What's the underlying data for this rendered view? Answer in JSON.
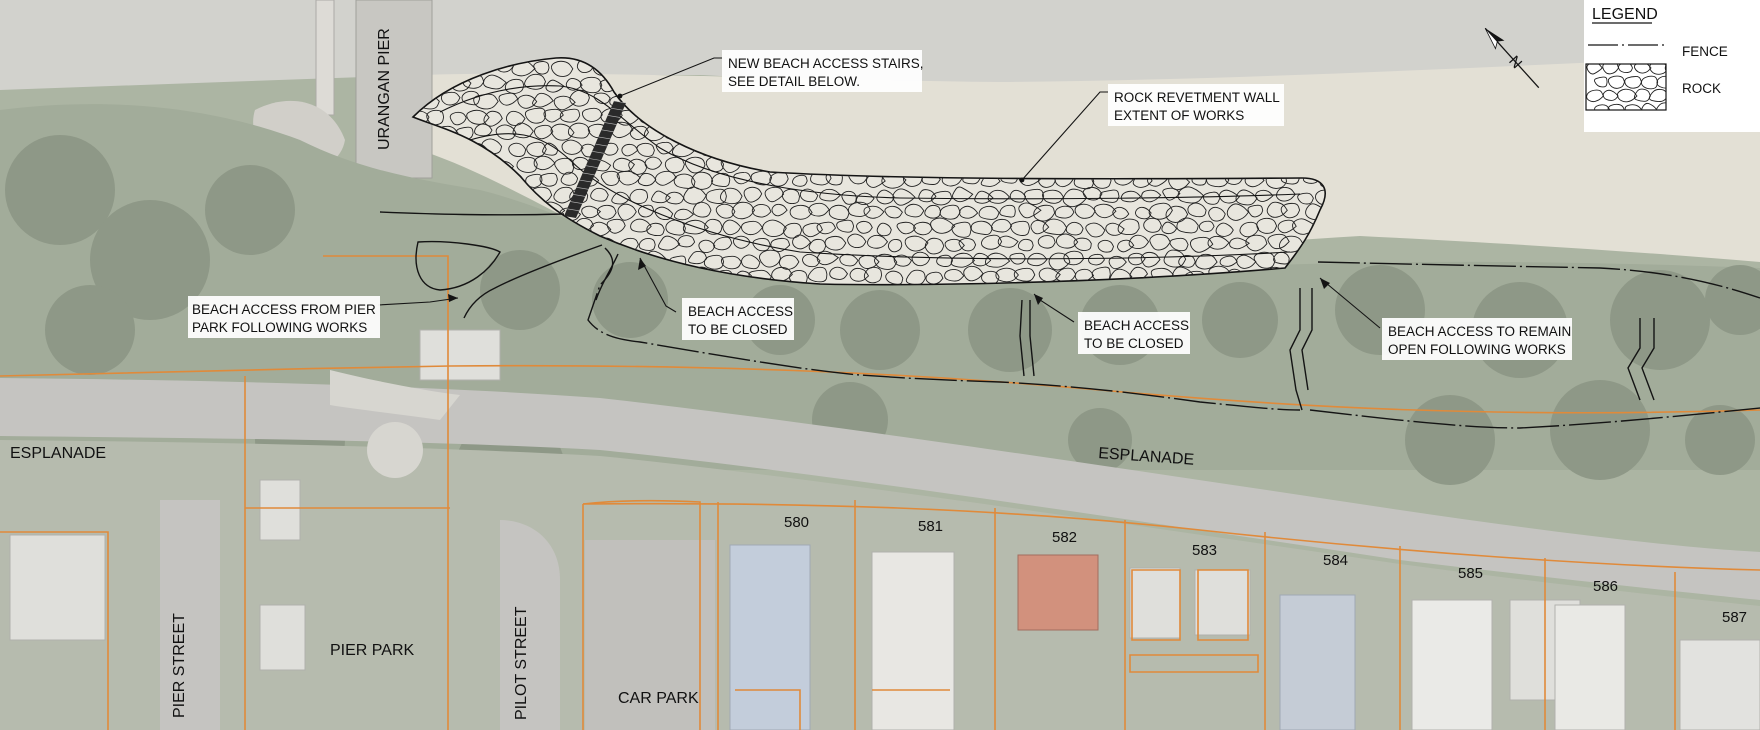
{
  "legend": {
    "title": "LEGEND",
    "items": [
      {
        "label": "FENCE",
        "symbol": "fence"
      },
      {
        "label": "ROCK",
        "symbol": "rock"
      }
    ]
  },
  "north_arrow": {
    "label": "N"
  },
  "callouts": {
    "stairs": {
      "line1": "NEW BEACH ACCESS STAIRS,",
      "line2": "SEE DETAIL BELOW."
    },
    "revetment": {
      "line1": "ROCK REVETMENT WALL",
      "line2": "EXTENT OF WORKS"
    },
    "pier_access": {
      "line1": "BEACH ACCESS FROM PIER",
      "line2": "PARK FOLLOWING WORKS"
    },
    "closed_1": {
      "line1": "BEACH ACCESS",
      "line2": "TO BE CLOSED"
    },
    "closed_2": {
      "line1": "BEACH ACCESS",
      "line2": "TO BE CLOSED"
    },
    "open": {
      "line1": "BEACH ACCESS TO REMAIN",
      "line2": "OPEN FOLLOWING WORKS"
    }
  },
  "place_labels": {
    "urangan_pier": "URANGAN PIER",
    "esplanade_west": "ESPLANADE",
    "esplanade_east": "ESPLANADE",
    "pier_street": "PIER  STREET",
    "pilot_street": "PILOT STREET",
    "pier_park": "PIER PARK",
    "car_park": "CAR PARK"
  },
  "lots": [
    "580",
    "581",
    "582",
    "583",
    "584",
    "585",
    "586",
    "587"
  ],
  "colors": {
    "water": "#c9c8c3",
    "sand": "#ddd9cc",
    "vegetation": "#8e9a84",
    "vegetation_dark": "#76826d",
    "road": "#b9b8b4",
    "boundary": "#e08a3a",
    "linework": "#141414"
  }
}
